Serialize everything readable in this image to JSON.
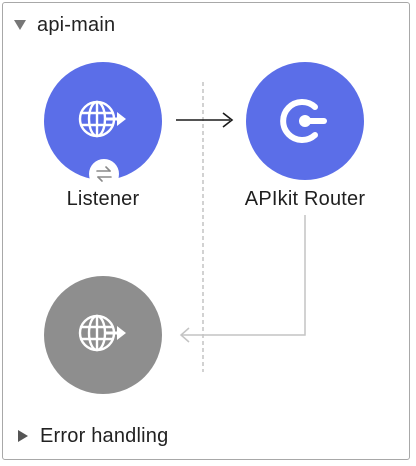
{
  "flow": {
    "title": "api-main",
    "nodes": {
      "listener": {
        "label": "Listener",
        "icon": "globe-arrow-icon",
        "badge_icon": "swap-arrows-icon",
        "color": "#5b6ee8"
      },
      "router": {
        "label": "APIkit Router",
        "icon": "apikit-c-icon",
        "color": "#5b6ee8"
      },
      "response": {
        "label": "",
        "icon": "globe-arrow-icon",
        "color": "#8e8e8e"
      }
    }
  },
  "error_handling": {
    "label": "Error handling"
  }
}
